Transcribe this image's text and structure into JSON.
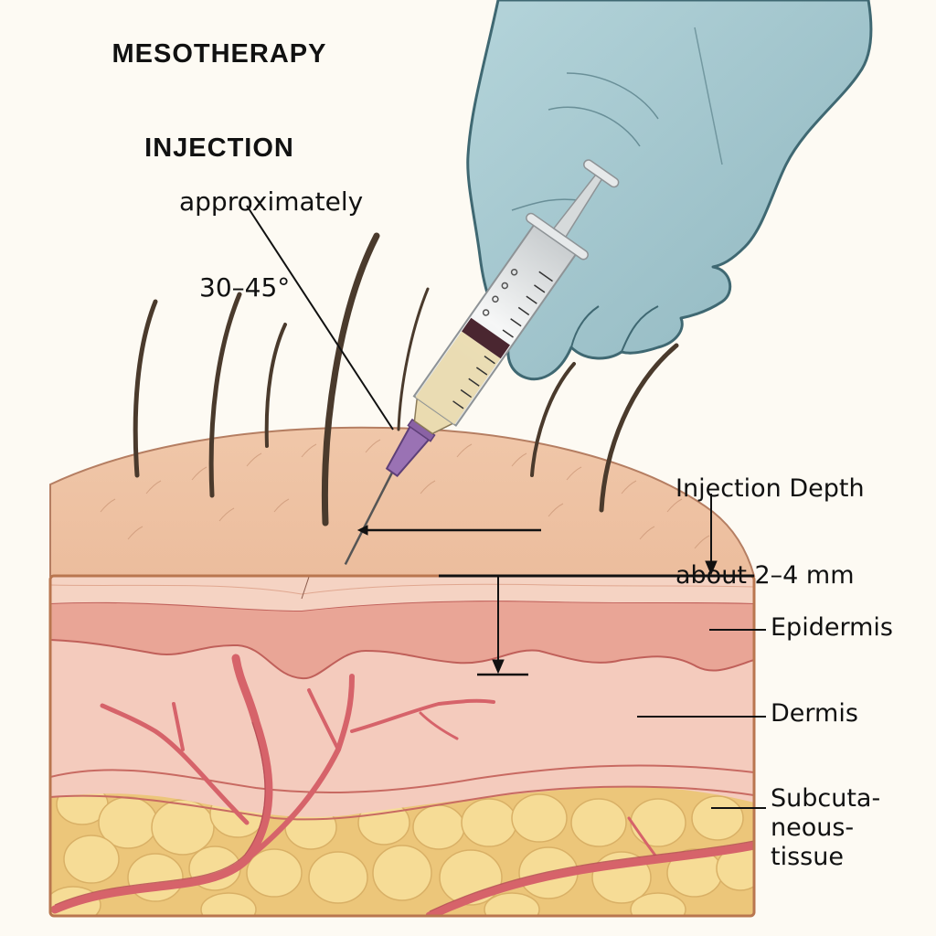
{
  "title": {
    "line1": "MESOTHERAPY",
    "line2": "INJECTION"
  },
  "annotations": {
    "angle": {
      "line1": "approximately",
      "line2": "30–45°"
    },
    "depth": {
      "line1": "Injection Depth",
      "line2": "about 2–4 mm"
    }
  },
  "layers": [
    {
      "label": "Epidermis"
    },
    {
      "label": "Dermis"
    },
    {
      "label": "Subcuta-\nneous-\ntissue"
    }
  ],
  "colors": {
    "background": "#fdfaf3",
    "skin_surface": "#efc3a4",
    "epidermis_top": "#f5d3c3",
    "epidermis": "#e9a596",
    "dermis": "#f4cbbd",
    "fat": "#f1d38a",
    "fat_cell": "#f6dc96",
    "vessel": "#d6636a",
    "glove": "#9fc4cc",
    "glove_outline": "#3f6872",
    "needle_hub": "#9a72b4",
    "syringe_fluid": "#eadbb0",
    "plunger_stopper": "#4a2630",
    "text": "#111111"
  }
}
